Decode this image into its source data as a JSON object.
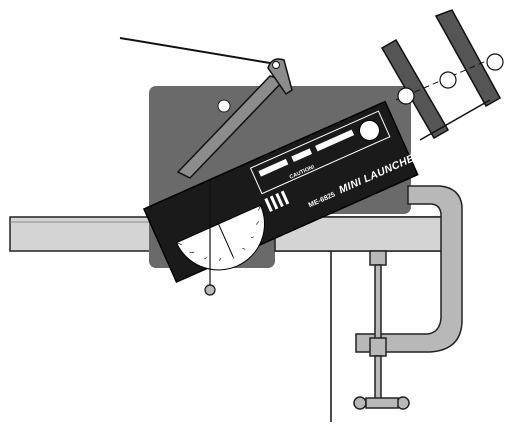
{
  "launcher": {
    "name": "MINI LAUNCHER",
    "model": "ME-6825",
    "caution": "CAUTION!"
  },
  "colors": {
    "plate": "#6a6a6a",
    "clamp": "#b8b8b8",
    "launcher_body": "#1a1a1a",
    "table": "#d0d0d0"
  }
}
